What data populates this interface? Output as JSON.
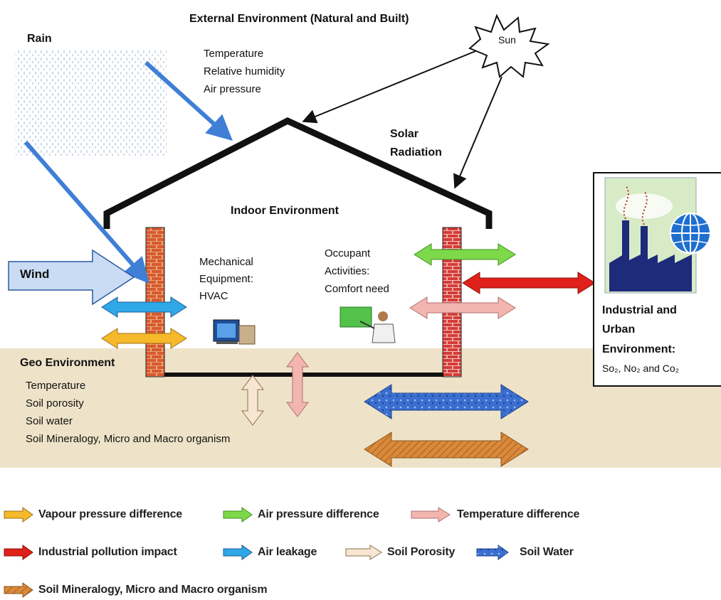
{
  "title": "External Environment (Natural and Built)",
  "rain": {
    "label": "Rain"
  },
  "external_params": [
    "Temperature",
    "Relative humidity",
    "Air pressure"
  ],
  "sun": {
    "label": "Sun"
  },
  "solar": {
    "line1": "Solar",
    "line2": "Radiation"
  },
  "indoor": {
    "label": "Indoor Environment"
  },
  "wind": {
    "label": "Wind"
  },
  "mechanical": [
    "Mechanical",
    "Equipment:",
    "HVAC"
  ],
  "occupant": [
    "Occupant",
    "Activities:",
    "Comfort need"
  ],
  "industrial": {
    "line1": "Industrial and",
    "line2": "Urban",
    "line3": "Environment:",
    "gases": "So₂, No₂ and Co₂"
  },
  "geo": {
    "title": "Geo Environment",
    "items": [
      "Temperature",
      "Soil porosity",
      "Soil water",
      "Soil Mineralogy, Micro and Macro organism"
    ]
  },
  "legend": [
    {
      "label": "Vapour pressure difference",
      "color": "#f5b92a"
    },
    {
      "label": "Air pressure difference",
      "color": "#7dd94a"
    },
    {
      "label": "Temperature difference",
      "color": "#f2b5b0"
    },
    {
      "label": "Industrial pollution impact",
      "color": "#e0201a"
    },
    {
      "label": "Air leakage",
      "color": "#2fa8e8"
    },
    {
      "label": "Soil Porosity",
      "color": "#f8e6d2"
    },
    {
      "label": "Soil Water",
      "color": "#3a6fd0"
    },
    {
      "label": "Soil Mineralogy, Micro and Macro organism",
      "color": "#d98a3a"
    }
  ],
  "colors": {
    "ground": "#eee3c8",
    "brick": "#d9502f",
    "rain_arrow": "#3f7fd6",
    "wind_fill": "#c9dcf3"
  }
}
